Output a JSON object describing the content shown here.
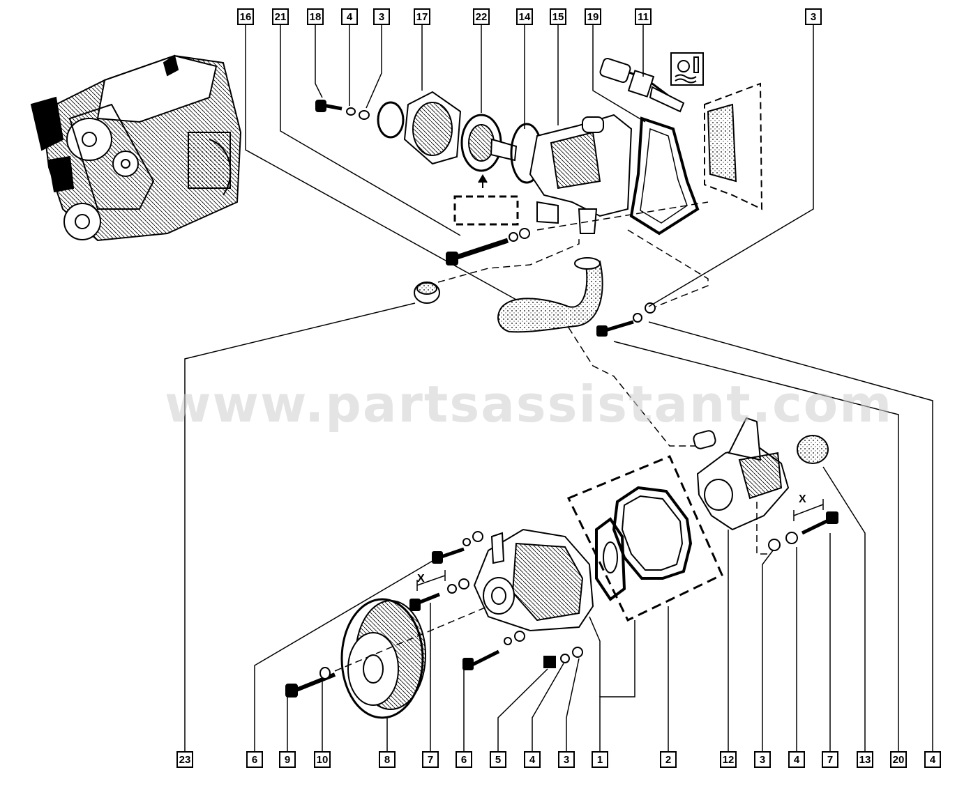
{
  "watermark": "www.partsassistant.com",
  "dimension_marks": {
    "left": "X",
    "right": "X"
  },
  "top_callouts": [
    "16",
    "21",
    "18",
    "4",
    "3",
    "17",
    "22",
    "14",
    "15",
    "19",
    "11",
    "3"
  ],
  "bottom_callouts": [
    "23",
    "6",
    "9",
    "10",
    "8",
    "7",
    "6",
    "5",
    "4",
    "3",
    "1",
    "2",
    "12",
    "3",
    "4",
    "7",
    "13",
    "20",
    "4"
  ],
  "colors": {
    "line": "#000000",
    "part_fill": "#ffffff",
    "shade": "#cccccc",
    "watermark": "#cfcfcf"
  }
}
